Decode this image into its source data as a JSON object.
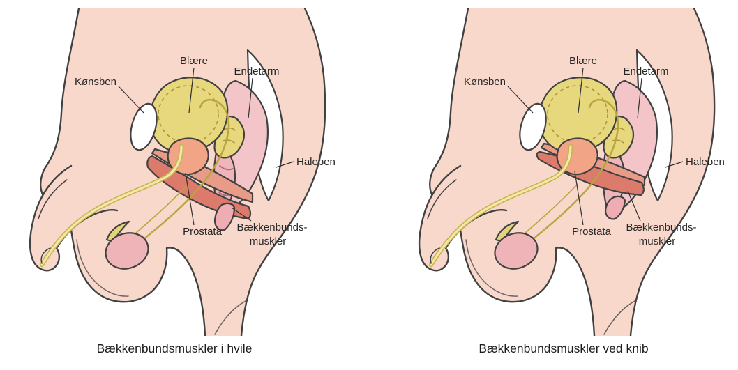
{
  "labels": {
    "koensben": "Kønsben",
    "blaere": "Blære",
    "endetarm": "Endetarm",
    "haleben": "Haleben",
    "prostata": "Prostata",
    "baekkenbund_line1": "Bækkenbunds-",
    "baekkenbund_line2": "muskler"
  },
  "panels": [
    {
      "id": "rest",
      "caption": "Bækkenbundsmuskler i hvile"
    },
    {
      "id": "squeeze",
      "caption": "Bækkenbundsmuskler ved knib"
    }
  ],
  "colors": {
    "background": "#ffffff",
    "outline": "#414141",
    "skin": "#f9d8cc",
    "bone_white": "#ffffff",
    "bladder": "#e7d77d",
    "bladder_detail": "#ab953e",
    "rectum": "#f3c5c8",
    "rectum_tube": "#f0b4bb",
    "prostate": "#f2a486",
    "muscle": "#dc7a6b",
    "muscle_light": "#e89b87",
    "testicle": "#efb4b8",
    "epididymis": "#e3d47c",
    "urethra_outer": "#c9b452",
    "urethra_inner": "#f3e7ab",
    "vas_deferens": "#b9a43e",
    "label_text": "#262626"
  }
}
